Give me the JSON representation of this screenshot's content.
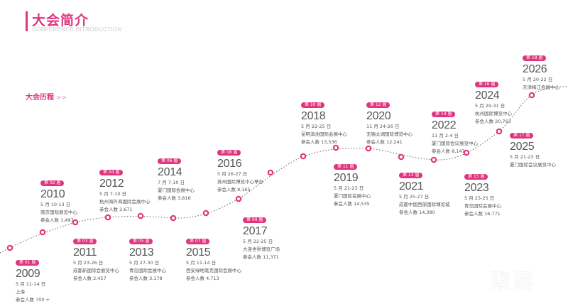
{
  "header": {
    "title": "大会简介",
    "subtitle": "CONFERENCE INTRODUCTION"
  },
  "section": {
    "title": "大会历程",
    "arrows": ">>"
  },
  "accent_color": "#e0357e",
  "events": [
    {
      "badge": "第 01 届",
      "year": "2009",
      "lines": [
        "5 月 11-14 日",
        "上海",
        "参会人数 700 +"
      ]
    },
    {
      "badge": "第 02 届",
      "year": "2010",
      "lines": [
        "5 月 10-13 日",
        "南京国际展览中心",
        "参会人数 1,497"
      ]
    },
    {
      "badge": "第 03 届",
      "year": "2011",
      "lines": [
        "5 月 23-26 日",
        "成都新国际会展览中心",
        "参会人数 2,457"
      ]
    },
    {
      "badge": "第 04 届",
      "year": "2012",
      "lines": [
        "5 月 7-10 日",
        "杭州海外海国际会展中心",
        "参会人数 2,671"
      ]
    },
    {
      "badge": "第 05 届",
      "year": "2013",
      "lines": [
        "5 月 27-30 日",
        "青岛国际会展中心",
        "参会人数 3,178"
      ]
    },
    {
      "badge": "第 06 届",
      "year": "2014",
      "lines": [
        "7 月 7-10 日",
        "厦门国际会展中心",
        "参会人数 3,816"
      ]
    },
    {
      "badge": "第 07 届",
      "year": "2015",
      "lines": [
        "5 月 11-14 日",
        "西安绿地笔克国际会展中心",
        "参会人数 4,713"
      ]
    },
    {
      "badge": "第 08 届",
      "year": "2016",
      "lines": [
        "5 月 26-27 日",
        "苏州国际博览中心举办",
        "参会人数 8,165"
      ]
    },
    {
      "badge": "第 09 届",
      "year": "2017",
      "lines": [
        "5 月 22-25 日",
        "大连世界博览广场",
        "参会人数 11,371"
      ]
    },
    {
      "badge": "第 10 届",
      "year": "2018",
      "lines": [
        "5 月 22-25 日",
        "昆明滇池国际会展中心",
        "参会人数 13,536"
      ]
    },
    {
      "badge": "第 11 届",
      "year": "2019",
      "lines": [
        "5 月 21-23 日",
        "厦门国际会展中心",
        "参会人数 14,535"
      ]
    },
    {
      "badge": "第 12 届",
      "year": "2020",
      "lines": [
        "11 月 24-26 日",
        "无锡太湖国际博览中心",
        "参会人数 12,241"
      ]
    },
    {
      "badge": "第 13 届",
      "year": "2021",
      "lines": [
        "5 月 25-27 日",
        "成都中国西部国际博览城",
        "参会人数 14,380"
      ]
    },
    {
      "badge": "第 14 届",
      "year": "2022",
      "lines": [
        "11 月 2-4 日",
        "厦门国际会议展览中心",
        "参会人数 8,147"
      ]
    },
    {
      "badge": "第 15 届",
      "year": "2023",
      "lines": [
        "5 月 23-25 日",
        "青岛国际会展中心",
        "参会人数 16,771"
      ]
    },
    {
      "badge": "第 16 届",
      "year": "2024",
      "lines": [
        "5 月 29-31 日",
        "杭州国际博览中心",
        "参会人数 20,763"
      ]
    },
    {
      "badge": "第 17 届",
      "year": "2025",
      "lines": [
        "5 月 21-23 日",
        "厦门国际会议展览中心"
      ]
    },
    {
      "badge": "第 18 届",
      "year": "2026",
      "lines": [
        "5 月 20-22 日",
        "天津梅江会展中心"
      ]
    }
  ],
  "watermark": "聚展"
}
